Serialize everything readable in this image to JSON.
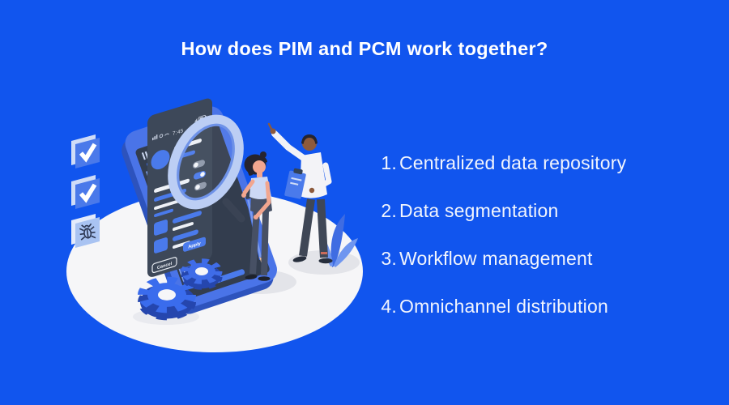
{
  "header": {
    "title": "How does PIM and PCM work together?"
  },
  "list": {
    "items": [
      {
        "number": "1.",
        "label": "Centralized data repository"
      },
      {
        "number": "2.",
        "label": "Data segmentation"
      },
      {
        "number": "3.",
        "label": "Workflow management"
      },
      {
        "number": "4.",
        "label": "Omnichannel distribution"
      }
    ]
  },
  "illustration": {
    "phone_time": "7:45",
    "apply_button": "Apply",
    "cancel_button": "Cancel"
  },
  "colors": {
    "background": "#1155ee",
    "platform": "#f6f6f8",
    "illustration_blue": "#4a74e8",
    "panel_dark": "#3d4859",
    "magnifier_rim": "#bccef4",
    "gear_blue": "#3a6ced"
  }
}
